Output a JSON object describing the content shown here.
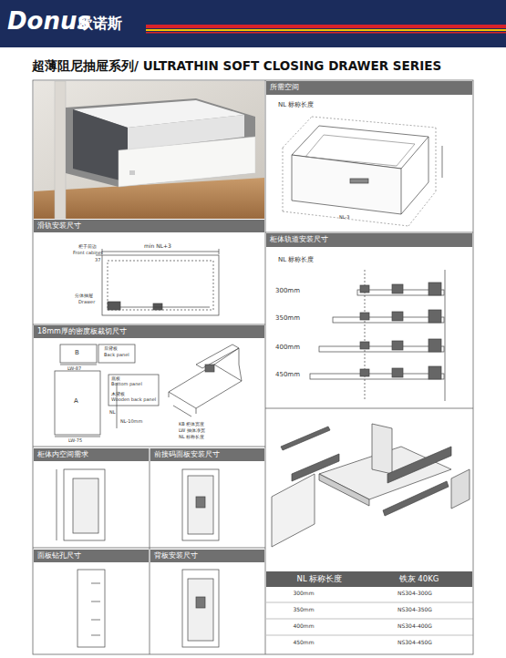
{
  "diagram": {
    "title": "超薄阻尼抽屉系列/ ULTRATHIN SOFT CLOSING DRAWER SERIES",
    "nodes": [
      {
        "text": [
          "滑轨安装尺寸"
        ]
      },
      {
        "text": [
          "18mm厚的密度板裁切尺寸"
        ]
      },
      {
        "text": [
          "柜体内空间需求"
        ]
      },
      {
        "text": [
          "前接码面板安装尺寸"
        ]
      },
      {
        "text": [
          "面板钻孔尺寸"
        ]
      },
      {
        "text": [
          "背板安装尺寸"
        ]
      },
      {
        "text": [
          "所需空间"
        ]
      },
      {
        "text": [
          "柜体轨道安装尺寸"
        ]
      },
      {
        "text": [
          "NL 标称长度",
          "铁灰 40KG"
        ]
      }
    ],
    "labels": [
      "Donus",
      "欧诺斯",
      "柜子前边",
      "Front cabinet",
      "37",
      "min NL+3",
      "分体抽屉",
      "Drawer",
      "B",
      "后背板",
      "Back panel",
      "LW-87",
      "A",
      "LW-75",
      "底板",
      "Bottom panel",
      "木背板",
      "Wooden back panel",
      "NL",
      "NL-10mm",
      "KB 柜体宽度",
      "LW 抽体净宽",
      "NL 标称长度",
      "NL 标称长度",
      "NL-3",
      "NL 标称长度",
      "300mm",
      "350mm",
      "400mm",
      "450mm",
      "300mm",
      "NS304-300G",
      "350mm",
      "NS304-350G",
      "400mm",
      "NS304-400G",
      "450mm",
      "NS304-450G"
    ]
  }
}
